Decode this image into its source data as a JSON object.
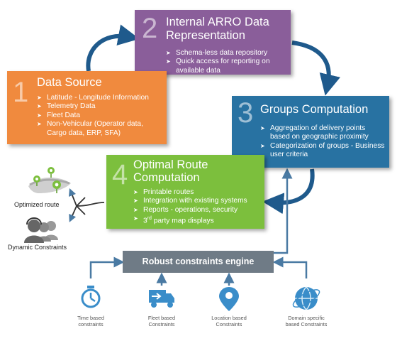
{
  "boxes": [
    {
      "num": "1",
      "title": [
        "Data Source"
      ],
      "bullets": [
        "Latitude - Longitude Information",
        "Telemetry Data",
        "Fleet Data",
        "Non-Vehicular (Operator data, Cargo data, ERP, SFA)"
      ]
    },
    {
      "num": "2",
      "title": [
        "Internal ARRO Data",
        "Representation"
      ],
      "bullets": [
        "Schema-less data repository",
        "Quick access for reporting on available data"
      ]
    },
    {
      "num": "3",
      "title": [
        "Groups Computation"
      ],
      "bullets": [
        "Aggregation of delivery points based on  geographic proximity",
        "Categorization of groups - Business user criteria"
      ]
    },
    {
      "num": "4",
      "title": [
        "Optimal Route",
        "Computation"
      ],
      "bullets": [
        "Printable routes",
        "Integration with existing systems",
        "Reports - operations, security",
        "3rd party map displays"
      ]
    }
  ],
  "engine": "Robust constraints engine",
  "constraints": [
    {
      "icon": "stopwatch-icon",
      "label": [
        "Time based",
        "constraints"
      ]
    },
    {
      "icon": "delivery-truck-icon",
      "label": [
        "Fleet based",
        "Constraints"
      ]
    },
    {
      "icon": "location-pin-icon",
      "label": [
        "Location based",
        "Constraints"
      ]
    },
    {
      "icon": "globe-icon",
      "label": [
        "Domain specific",
        "based Constraints"
      ]
    }
  ],
  "outputs": {
    "route": "Optimized route",
    "constraints": "Dynamic Constraints"
  },
  "colors": {
    "box1": "#f08a3e",
    "box2": "#8a5e9a",
    "box3": "#2872a2",
    "box4": "#7cbf3d",
    "engine": "#6f7b86",
    "arrow": "#1f5a8c",
    "icons": "#3a8dc9"
  }
}
